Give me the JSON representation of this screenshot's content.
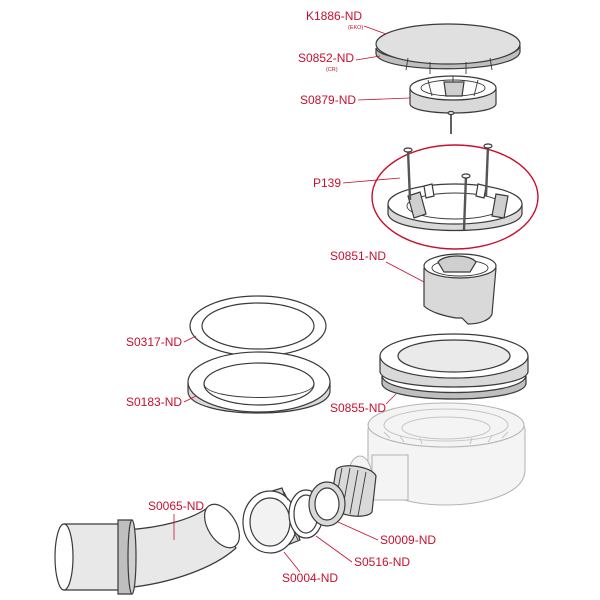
{
  "labels": {
    "k1886": "K1886-ND",
    "k1886_sub": "(EKO)",
    "s0852": "S0852-ND",
    "s0852_sub": "(CR)",
    "s0879": "S0879-ND",
    "p139": "P139",
    "s0851": "S0851-ND",
    "s0317": "S0317-ND",
    "s0183": "S0183-ND",
    "s0855": "S0855-ND",
    "s0065": "S0065-ND",
    "s0009": "S0009-ND",
    "s0516": "S0516-ND",
    "s0004": "S0004-ND"
  },
  "colors": {
    "label": "#c8102e",
    "outline": "#3a3a3a",
    "ghost_outline": "#b5b5b5",
    "highlight_ring": "#c8102e"
  }
}
